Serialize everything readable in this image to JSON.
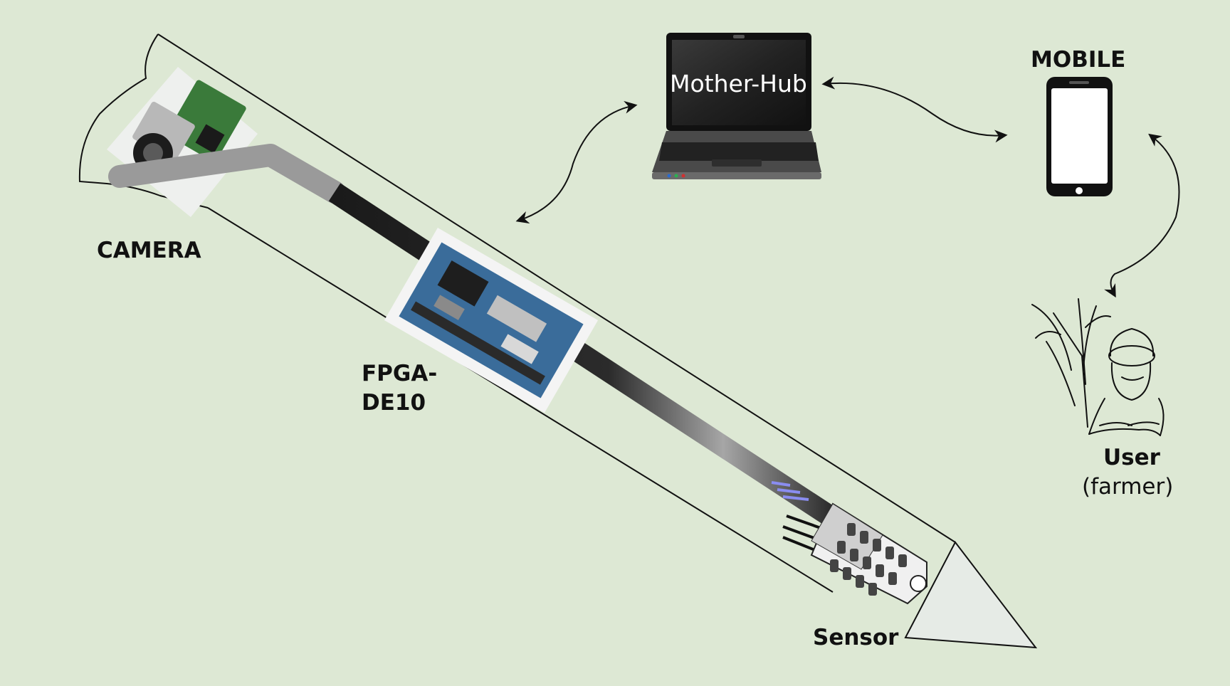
{
  "diagram": {
    "labels": {
      "camera": "CAMERA",
      "fpga_line1": "FPGA-",
      "fpga_line2": "DE10",
      "sensor": "Sensor",
      "mother_hub": "Mother-Hub",
      "mobile": "MOBILE",
      "user": "User",
      "user_role": "(farmer)"
    },
    "icons": [
      "camera-module",
      "fpga-board",
      "soil-sensor",
      "laptop-icon",
      "smartphone-icon",
      "farmer-illustration"
    ],
    "colors": {
      "background": "#dde8d4",
      "probe_outline": "#111111",
      "cable_dark": "#1c1c1c",
      "cable_light": "#9a9a9a",
      "arrow_tip": "#e6ebe6",
      "sensor_stripe": "#8a8df0"
    }
  }
}
